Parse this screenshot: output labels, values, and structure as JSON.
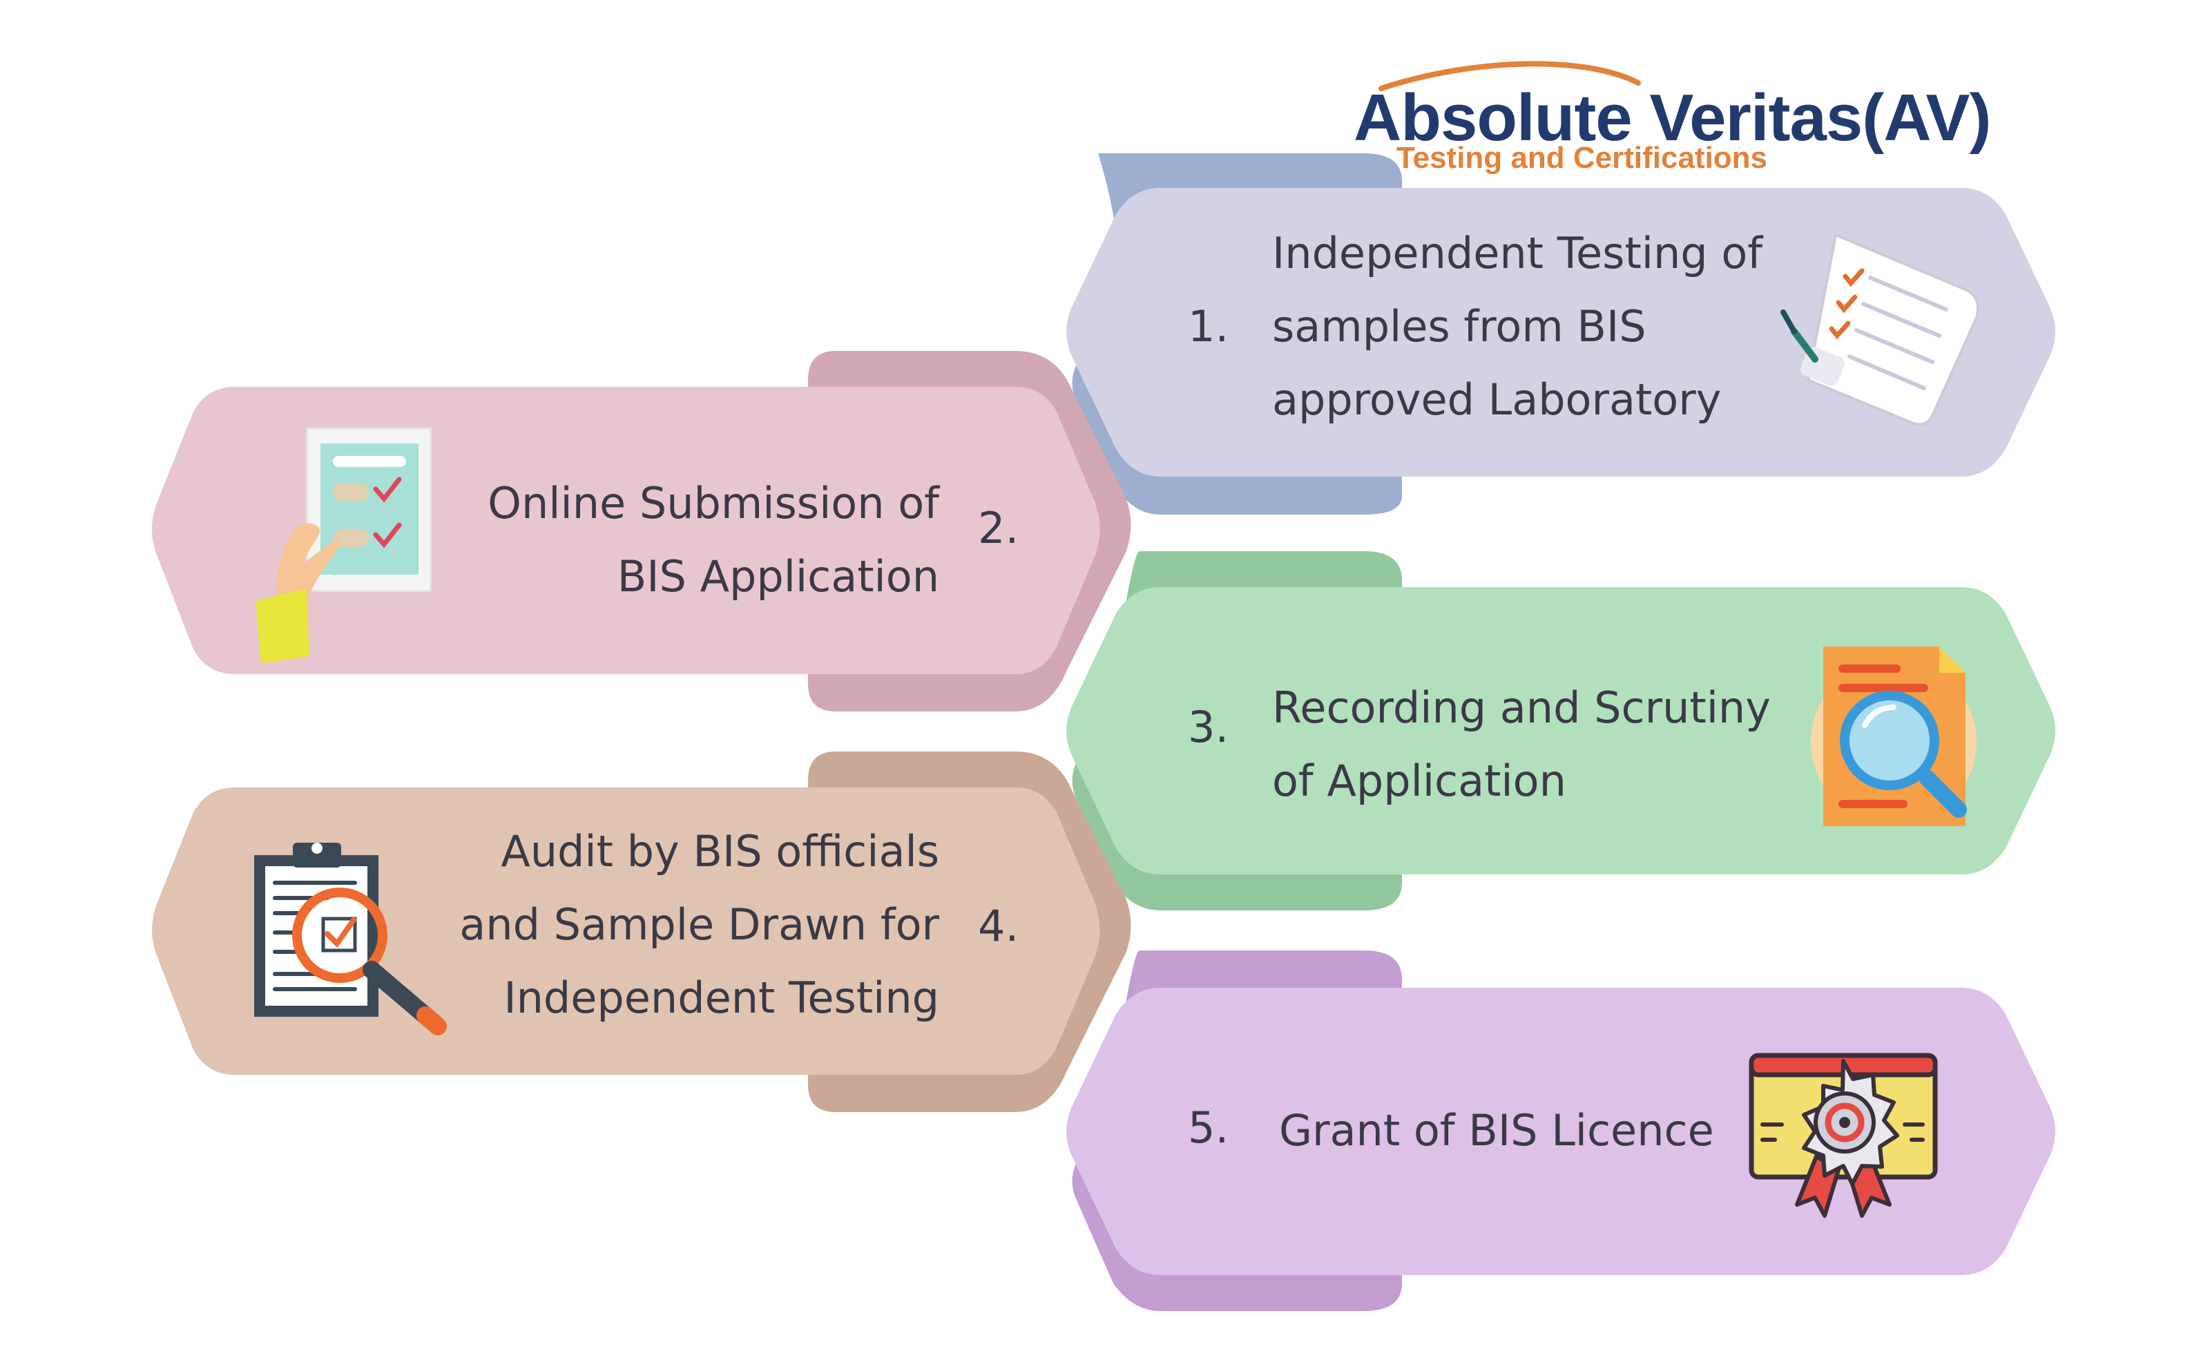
{
  "logo": {
    "title": "Absolute Veritas(AV)",
    "subtitle": "Testing and Certifications",
    "colors": {
      "title": "#223a6e",
      "subtitle": "#e1823a"
    }
  },
  "steps": [
    {
      "number": "1.",
      "lines": [
        "Independent Testing of",
        "samples from BIS",
        "approved Laboratory"
      ],
      "icon": "document-checklist-icon",
      "colors": {
        "front": "#d3d2e5",
        "back": "#9daed0"
      }
    },
    {
      "number": "2.",
      "lines": [
        "Online Submission of",
        "BIS Application"
      ],
      "icon": "hand-form-checklist-icon",
      "colors": {
        "front": "#e8c6d0",
        "back": "#d2a8b4"
      }
    },
    {
      "number": "3.",
      "lines": [
        "Recording and Scrutiny",
        "of Application"
      ],
      "icon": "document-magnifier-icon",
      "colors": {
        "front": "#b2e0bd",
        "back": "#93c79e"
      }
    },
    {
      "number": "4.",
      "lines": [
        "Audit by BIS officials",
        "and Sample Drawn for",
        "Independent Testing"
      ],
      "icon": "clipboard-inspection-icon",
      "colors": {
        "front": "#e0c4b1",
        "back": "#c9a995"
      }
    },
    {
      "number": "5.",
      "lines": [
        "Grant of BIS Licence"
      ],
      "icon": "certificate-badge-icon",
      "colors": {
        "front": "#ddc1e8",
        "back": "#c49dd2"
      }
    }
  ]
}
